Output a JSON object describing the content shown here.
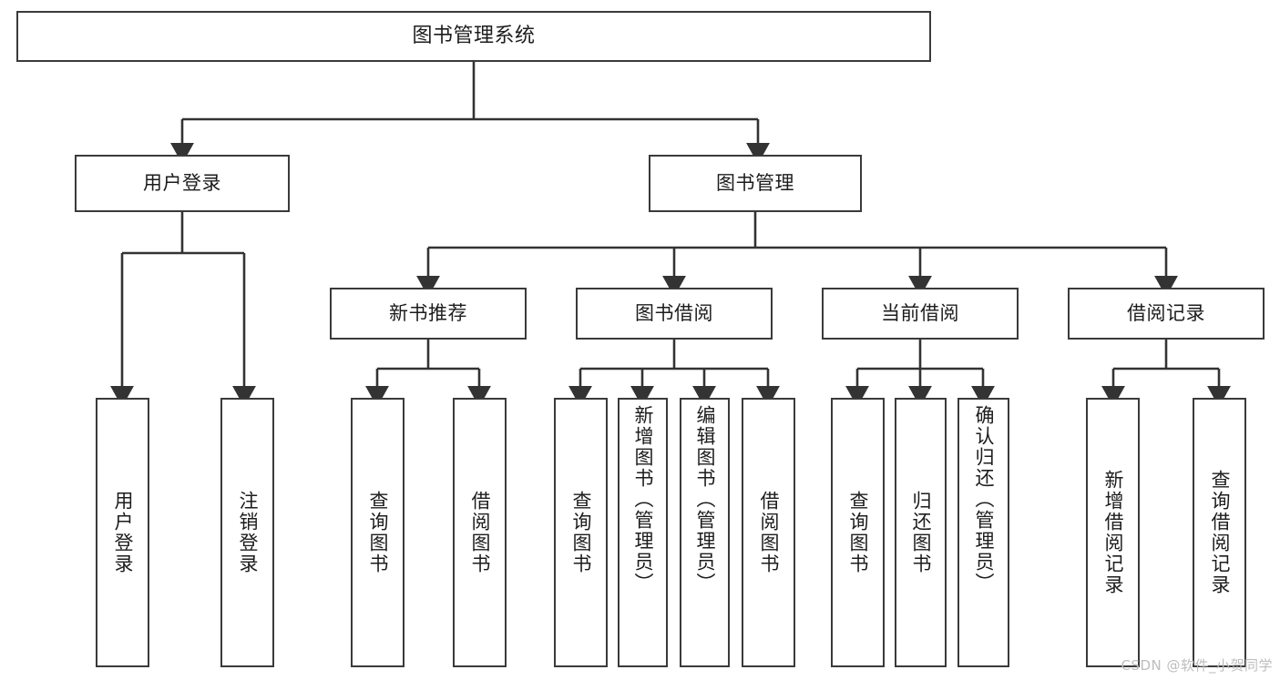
{
  "diagram": {
    "title": "图书管理系统",
    "type": "hierarchy-tree",
    "watermark": "CSDN @软件_小贺同学",
    "levels": [
      {
        "level": 1,
        "nodes": [
          {
            "id": "root",
            "label": "图书管理系统"
          }
        ]
      },
      {
        "level": 2,
        "nodes": [
          {
            "id": "login",
            "label": "用户登录",
            "parent": "root"
          },
          {
            "id": "bookmgmt",
            "label": "图书管理",
            "parent": "root"
          }
        ]
      },
      {
        "level": 3,
        "nodes": [
          {
            "id": "newbook",
            "label": "新书推荐",
            "parent": "bookmgmt"
          },
          {
            "id": "borrow",
            "label": "图书借阅",
            "parent": "bookmgmt"
          },
          {
            "id": "current",
            "label": "当前借阅",
            "parent": "bookmgmt"
          },
          {
            "id": "records",
            "label": "借阅记录",
            "parent": "bookmgmt"
          }
        ]
      },
      {
        "level": 4,
        "nodes": [
          {
            "id": "l1",
            "label": "用户登录",
            "parent": "login"
          },
          {
            "id": "l2",
            "label": "注销登录",
            "parent": "login"
          },
          {
            "id": "l3",
            "label": "查询图书",
            "parent": "newbook"
          },
          {
            "id": "l4",
            "label": "借阅图书",
            "parent": "newbook"
          },
          {
            "id": "l5",
            "label": "查询图书",
            "parent": "borrow"
          },
          {
            "id": "l6",
            "label": "新增图书（管理员）",
            "parent": "borrow"
          },
          {
            "id": "l7",
            "label": "编辑图书（管理员）",
            "parent": "borrow"
          },
          {
            "id": "l8",
            "label": "借阅图书",
            "parent": "borrow"
          },
          {
            "id": "l9",
            "label": "查询图书",
            "parent": "current"
          },
          {
            "id": "l10",
            "label": "归还图书",
            "parent": "current"
          },
          {
            "id": "l11",
            "label": "确认归还（管理员）",
            "parent": "current"
          },
          {
            "id": "l12",
            "label": "新增借阅记录",
            "parent": "records"
          },
          {
            "id": "l13",
            "label": "查询借阅记录",
            "parent": "records"
          }
        ]
      }
    ],
    "colors": {
      "border": "#3a3a3a",
      "background": "#ffffff",
      "text": "#1c1c1c",
      "watermark": "#bdbdbd"
    }
  }
}
